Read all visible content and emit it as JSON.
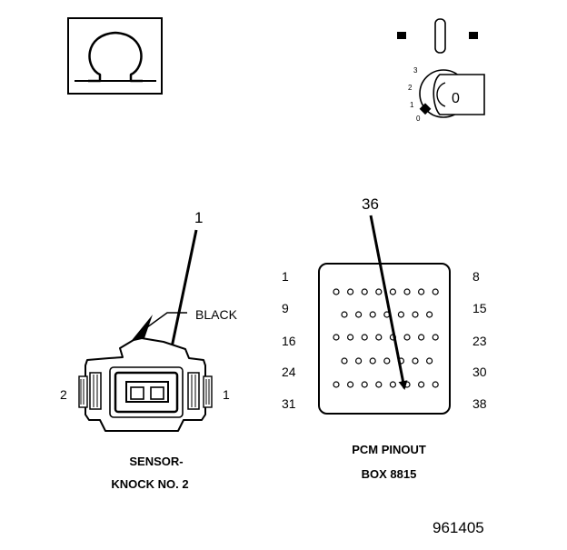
{
  "meter": {
    "symbol": "Ω"
  },
  "ignition": {
    "positions": [
      "3",
      "2",
      "1",
      "0"
    ],
    "key_label": "0"
  },
  "sensor_connector": {
    "callout": "1",
    "wire_color": "BLACK",
    "pin_left": "2",
    "pin_right": "1",
    "caption_line1": "SENSOR-",
    "caption_line2": "KNOCK NO. 2"
  },
  "pcm_connector": {
    "callout": "36",
    "rows_left": [
      "1",
      "9",
      "16",
      "24",
      "31"
    ],
    "rows_right": [
      "8",
      "15",
      "23",
      "30",
      "38"
    ],
    "caption_line1": "PCM PINOUT",
    "caption_line2": "BOX 8815"
  },
  "figure_id": "961405"
}
